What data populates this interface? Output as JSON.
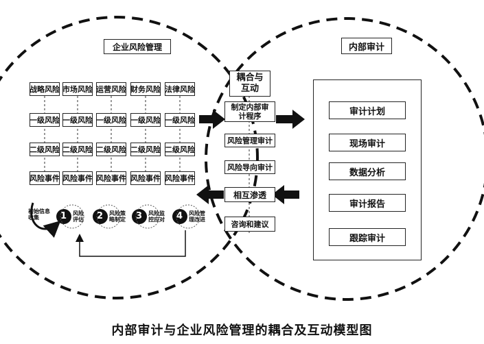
{
  "left_circle": {
    "title": "企业风险管理",
    "risk_types": [
      "战略风险",
      "市场风险",
      "运营风险",
      "财务风险",
      "法律风险"
    ],
    "level1_label": "一级风险",
    "level2_label": "二级风险",
    "event_label": "风险事件",
    "initial_step": "初始信息收集",
    "steps": [
      {
        "num": "1",
        "label": "风险评估"
      },
      {
        "num": "2",
        "label": "风险策略制定"
      },
      {
        "num": "3",
        "label": "风险监控应对"
      },
      {
        "num": "4",
        "label": "风险管理改进"
      }
    ]
  },
  "middle": {
    "title": "耦合与互动",
    "items": [
      "制定内部审计程序",
      "风险管理审计",
      "风险导向审计",
      "相互渗透",
      "咨询和建议"
    ]
  },
  "right_circle": {
    "title": "内部审计",
    "items": [
      "审计计划",
      "现场审计",
      "数据分析",
      "审计报告",
      "跟踪审计"
    ]
  },
  "caption": "内部审计与企业风险管理的耦合及互动模型图"
}
